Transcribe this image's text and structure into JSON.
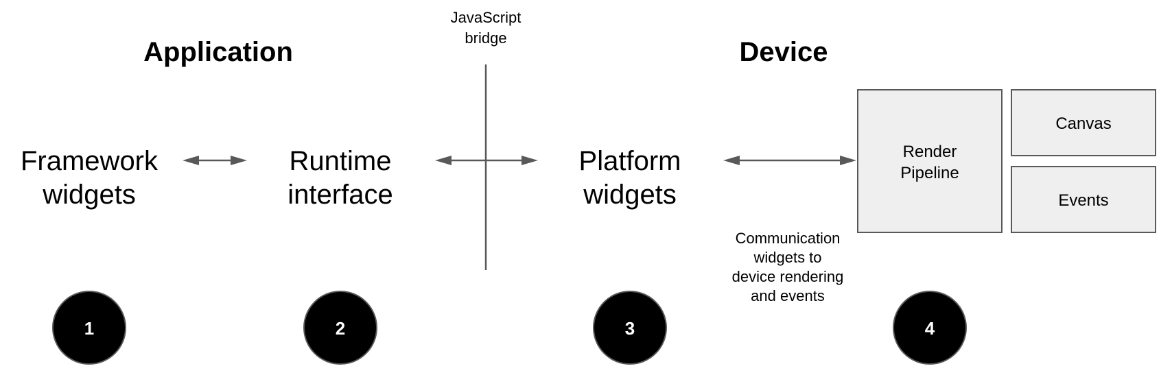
{
  "sections": {
    "application": "Application",
    "device": "Device"
  },
  "bridge": {
    "line1": "JavaScript",
    "line2": "bridge"
  },
  "nodes": {
    "framework_widgets": {
      "line1": "Framework",
      "line2": "widgets"
    },
    "runtime_interface": {
      "line1": "Runtime",
      "line2": "interface"
    },
    "platform_widgets": {
      "line1": "Platform",
      "line2": "widgets"
    }
  },
  "device_boxes": {
    "render_pipeline": {
      "line1": "Render",
      "line2": "Pipeline"
    },
    "canvas": "Canvas",
    "events": "Events"
  },
  "communication_note": {
    "line1": "Communication",
    "line2": "widgets to",
    "line3": "device rendering",
    "line4": "and events"
  },
  "badges": [
    "1",
    "2",
    "3",
    "4"
  ],
  "colors": {
    "connector": "#595959",
    "box_fill": "#efefef",
    "badge_fill": "#000000",
    "badge_text": "#ffffff"
  }
}
